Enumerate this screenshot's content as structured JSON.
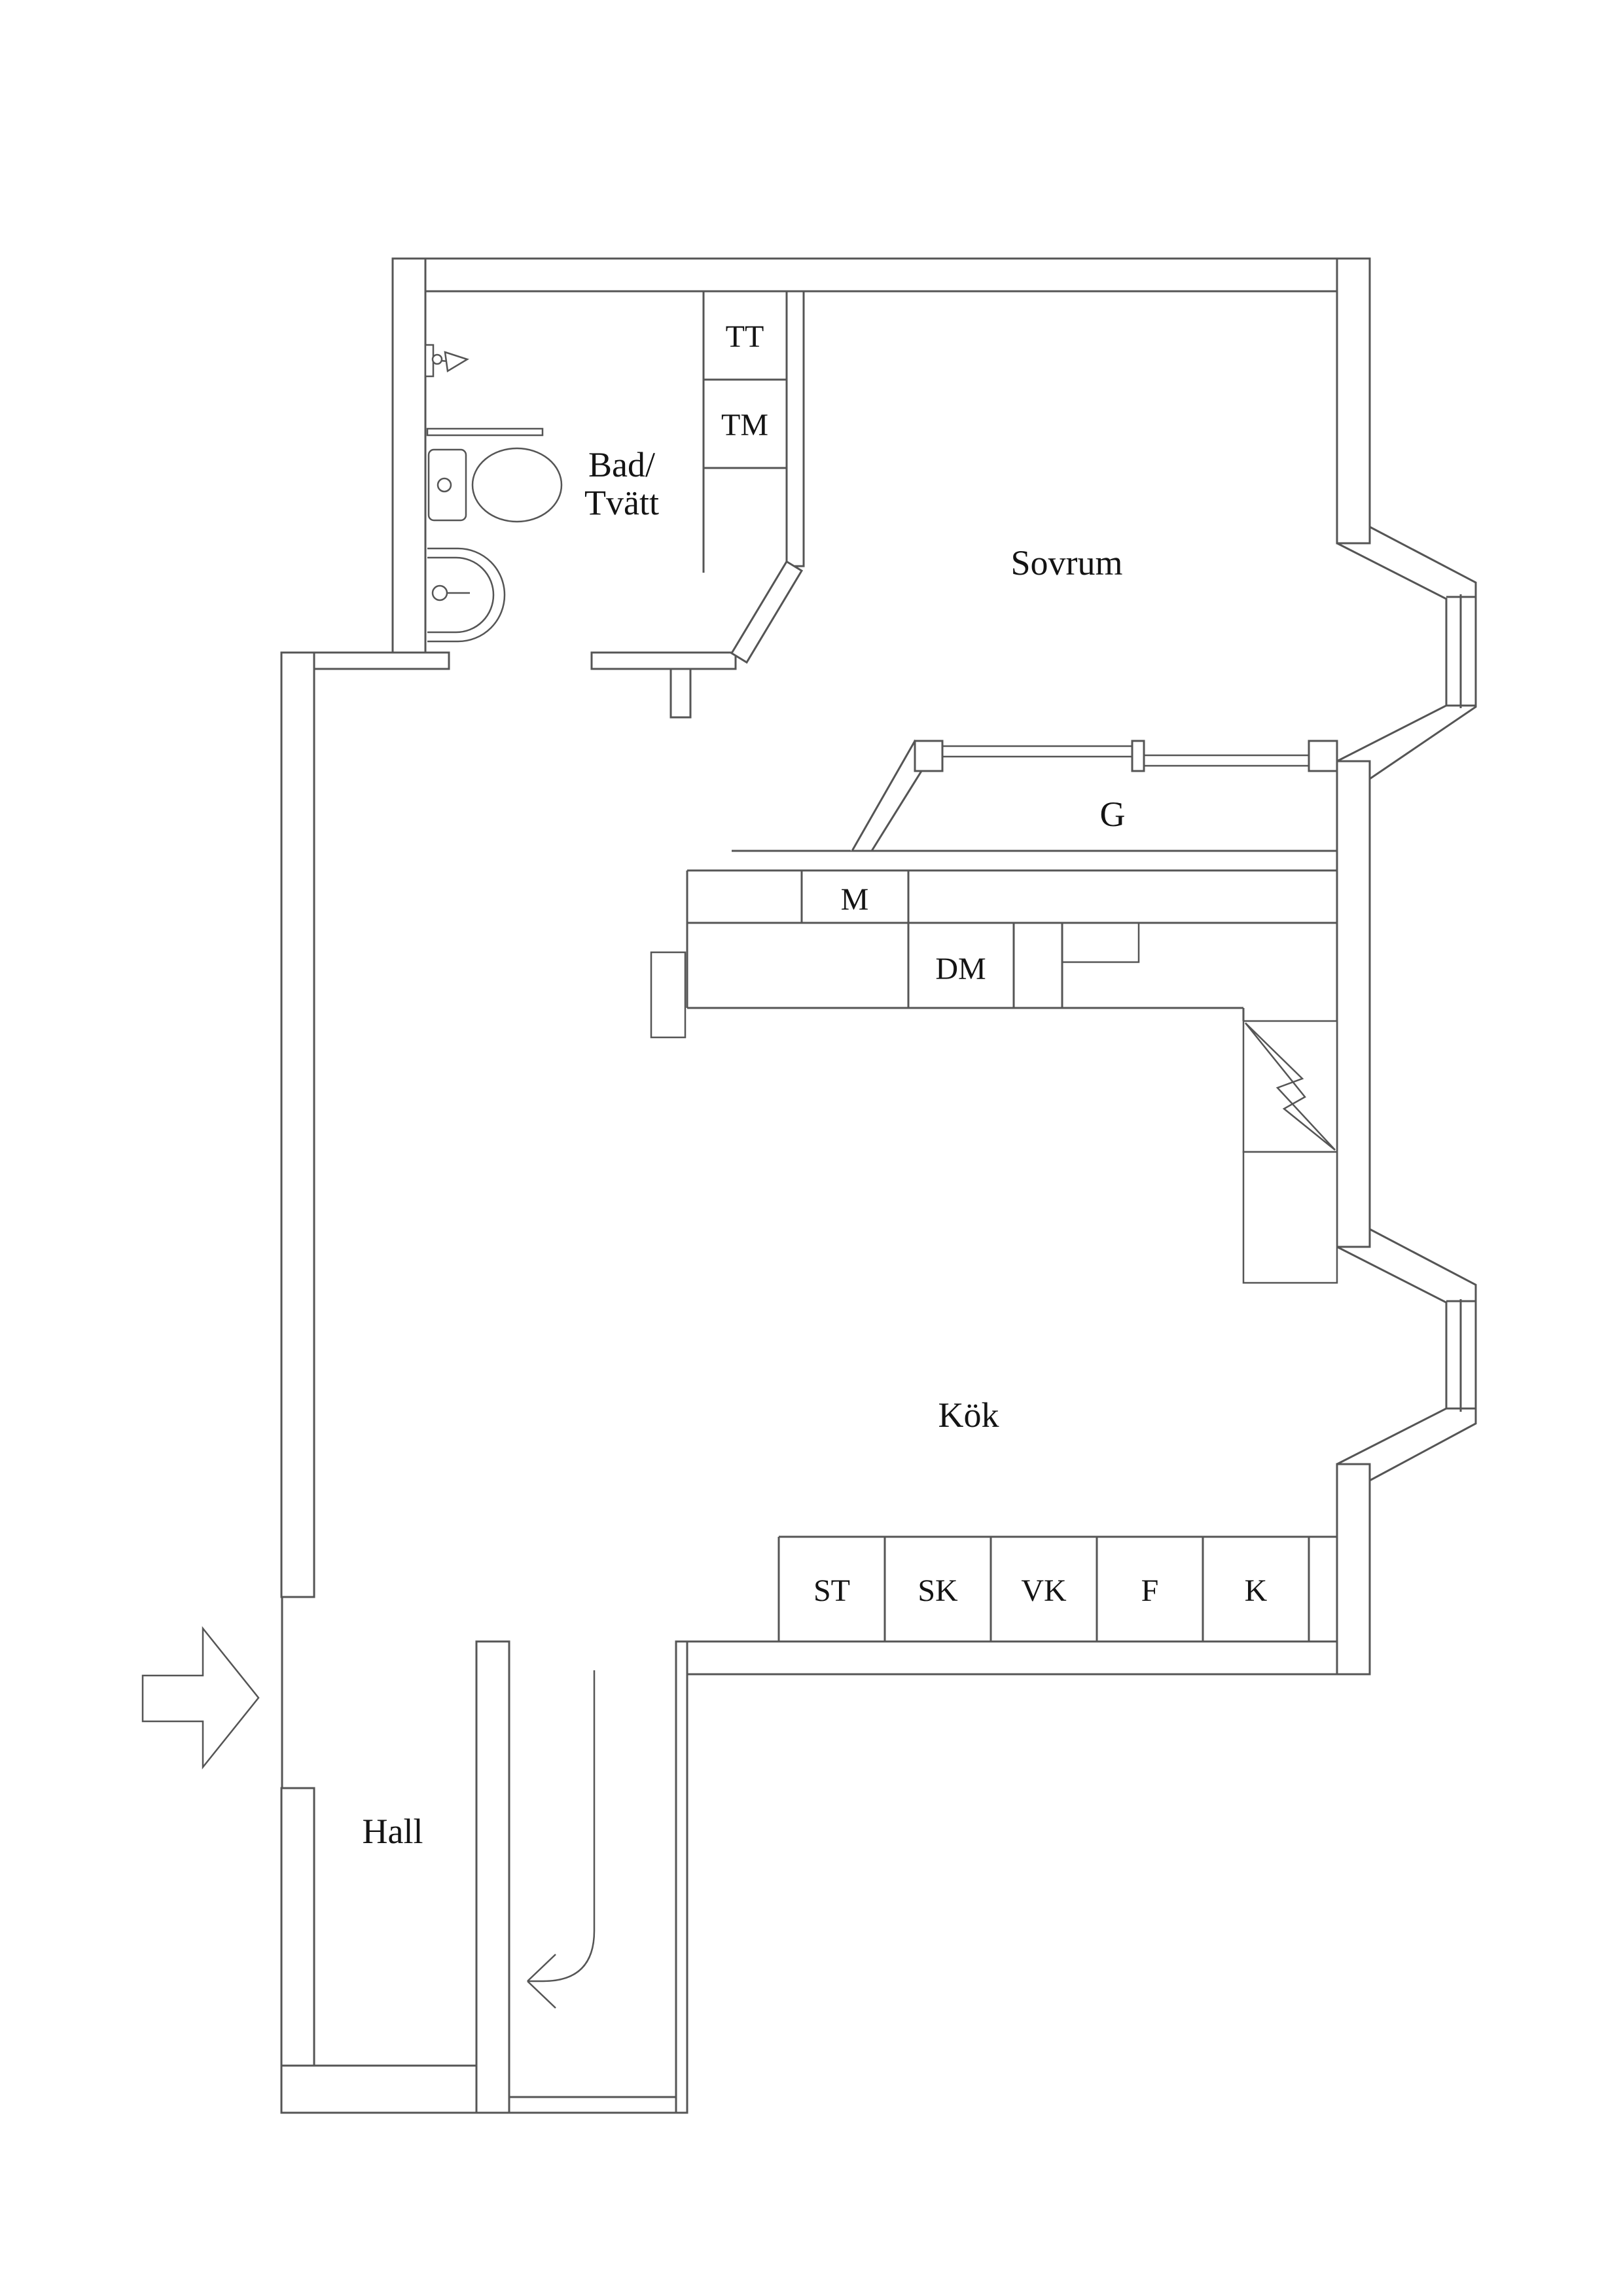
{
  "drawing": {
    "type": "apartment-floor-plan",
    "language": "Swedish"
  },
  "rooms": {
    "bathroom_line1": "Bad/",
    "bathroom_line2": "Tvätt",
    "bedroom": "Sovrum",
    "kitchen": "Kök",
    "hall": "Hall",
    "wardrobe": "G"
  },
  "appliances": {
    "dryer": "TT",
    "washing_machine": "TM",
    "microwave": "M",
    "dishwasher": "DM",
    "row": [
      "ST",
      "SK",
      "VK",
      "F",
      "K"
    ]
  },
  "symbols": {
    "entry_arrow": "entry-direction-arrow",
    "stair_arrow": "stair-down-arrow",
    "electric_panel": "lightning-bolt"
  },
  "colors": {
    "line": "#555555",
    "text": "#141414",
    "background": "#ffffff"
  }
}
